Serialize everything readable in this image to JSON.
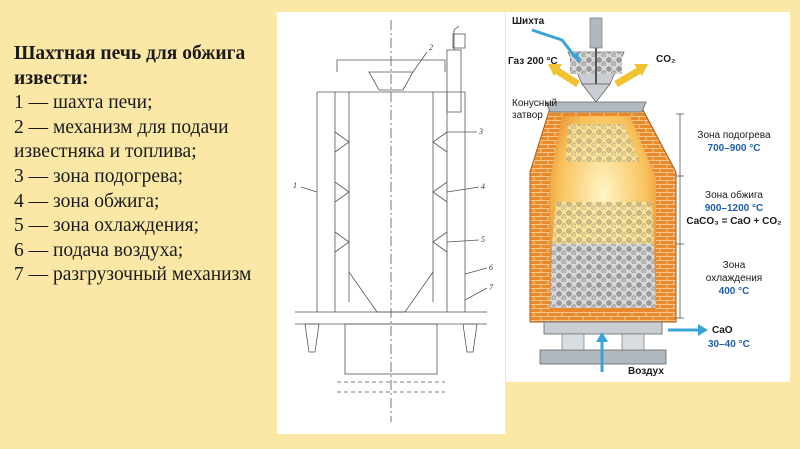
{
  "legend": {
    "title": "Шахтная печь для обжига извести:",
    "items": [
      "1 — шахта печи;",
      "2 — механизм для подачи известняка и топлива;",
      "3 — зона подогрева;",
      "4 — зона обжига;",
      "5 — зона охлаждения;",
      "6 — подача воздуха;",
      "7 — разгрузочный механизм"
    ]
  },
  "drawing": {
    "numbers": [
      "2",
      "3",
      "1",
      "4",
      "5",
      "6",
      "7"
    ]
  },
  "furnace": {
    "charge": "Шихта",
    "gas_label": "Газ 200 °C",
    "co2": "CO₂",
    "cone_valve_1": "Конусный",
    "cone_valve_2": "затвор",
    "zone_preheat": "Зона подогрева",
    "zone_preheat_temp": "700–900 °C",
    "zone_burn": "Зона обжига",
    "zone_burn_temp": "900–1200 °C",
    "reaction": "CaCO₃ = CaO + CO₂",
    "zone_cool_1": "Зона",
    "zone_cool_2": "охлаждения",
    "zone_cool_temp": "400 °C",
    "cao": "CaO",
    "cao_temp": "30–40 °C",
    "air": "Воздух",
    "colors": {
      "brick": "#e8892b",
      "brick_line": "#f7d9a8",
      "arrow_blue": "#3aa3d9",
      "arrow_yellow": "#f1c232",
      "value_blue": "#1d5fae"
    }
  }
}
